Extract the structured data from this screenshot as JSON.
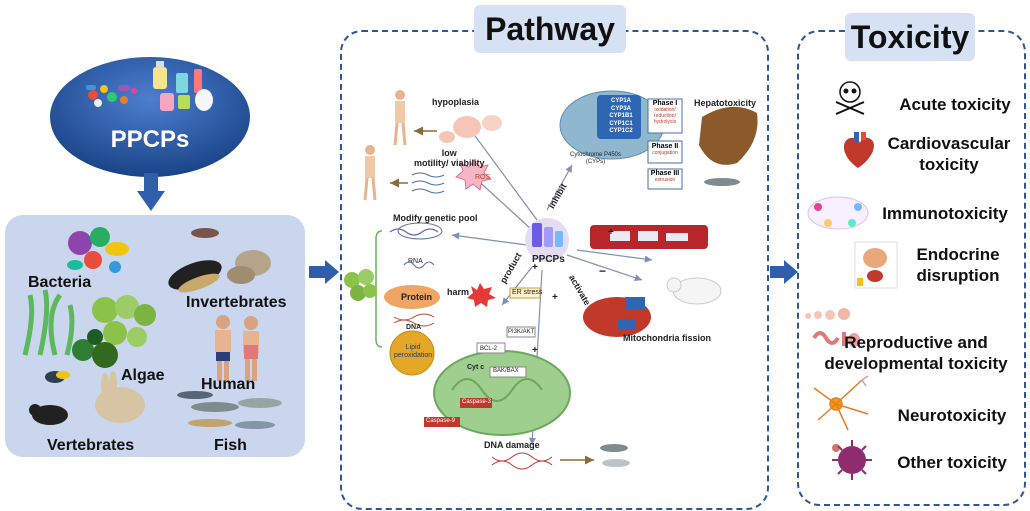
{
  "source": {
    "title": "PPCPs",
    "organisms": {
      "bacteria": "Bacteria",
      "invertebrates": "Invertebrates",
      "algae": "Algae",
      "human": "Human",
      "vertebrates": "Vertebrates",
      "fish": "Fish"
    }
  },
  "pathway": {
    "title": "Pathway",
    "labels": {
      "hypoplasia": "hypoplasia",
      "low_motility": "low\nmotility/ viability",
      "ros": "ROS",
      "modify_genetic_pool": "Modify genetic pool",
      "rna": "RNA",
      "protein": "Protein",
      "dna": "DNA",
      "lipid_peroxidation": "Lipid\nperoxidation",
      "harm": "harm",
      "product": "product",
      "inhibit": "inhibit",
      "activate": "activate",
      "center": "PPCPs",
      "hepatotoxicity": "Hepatotoxicity",
      "mitochondria_fission": "Mitochondria fission",
      "dna_damage": "DNA damage",
      "er_stress": "ER stress",
      "pi3k_akt": "PI3K/AKT",
      "bcl2": "BCL-2",
      "bax_bak": "BAK/BAX",
      "cyt_c": "Cyt c",
      "caspase3": "Caspase-3",
      "caspase9": "Caspase-9",
      "cyp_list": [
        "CYP1A",
        "CYP3A",
        "CYP1B1",
        "CYP1C1",
        "CYP1C2"
      ],
      "cytochrome": "Cytochrome P450s\n(CYPs)",
      "phase1": "Phase I",
      "phase1_sub": "oxidation/\nreduction/\nhydrolysis",
      "phase2": "Phase II",
      "phase2_sub": "conjugation",
      "phase3": "Phase III",
      "phase3_sub": "extrusion"
    }
  },
  "toxicity": {
    "title": "Toxicity",
    "items": [
      {
        "label": "Acute toxicity",
        "icon": "skull-icon"
      },
      {
        "label": "Cardiovascular\ntoxicity",
        "icon": "heart-icon"
      },
      {
        "label": "Immunotoxicity",
        "icon": "immune-system-icon"
      },
      {
        "label": "Endocrine\ndisruption",
        "icon": "endocrine-system-icon"
      },
      {
        "label": "Reproductive and\ndevelopmental toxicity",
        "icon": "reproductive-organs-icon"
      },
      {
        "label": "Neurotoxicity",
        "icon": "neuron-icon"
      },
      {
        "label": "Other toxicity",
        "icon": "virus-icon"
      }
    ]
  },
  "colors": {
    "panel_blue": "#2e5597",
    "arrow_blue": "#2f5faa",
    "ellipse_dark": "#1e4a8f",
    "organism_bg": "#c9d6ee",
    "mito_green": "#9fcf8e",
    "title_bg": "#d6e2f3"
  }
}
